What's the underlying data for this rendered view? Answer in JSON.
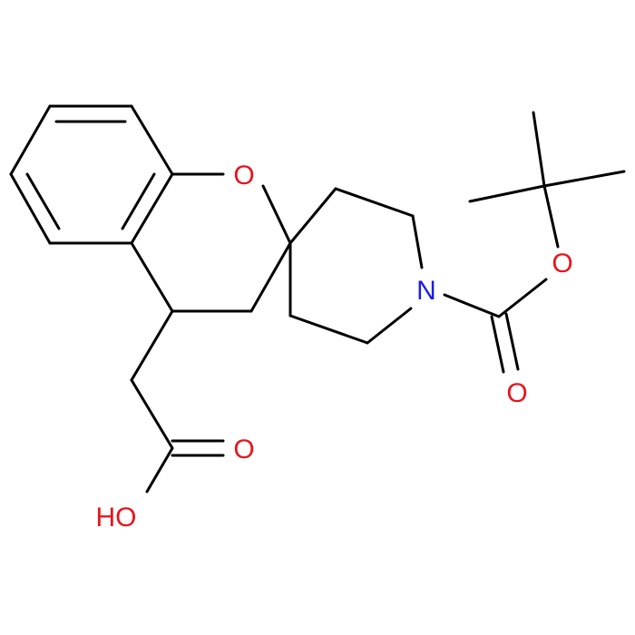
{
  "colors": {
    "background": "#ffffff",
    "bond": "#000000",
    "oxygen": "#e8141c",
    "nitrogen": "#1c1ce8"
  },
  "atoms": {
    "ring_oxygen": "O",
    "ester_oxygen": "O",
    "carbonyl_oxygen_boc": "O",
    "carbonyl_oxygen_acid": "O",
    "hydroxyl": "HO",
    "nitrogen": "N"
  }
}
